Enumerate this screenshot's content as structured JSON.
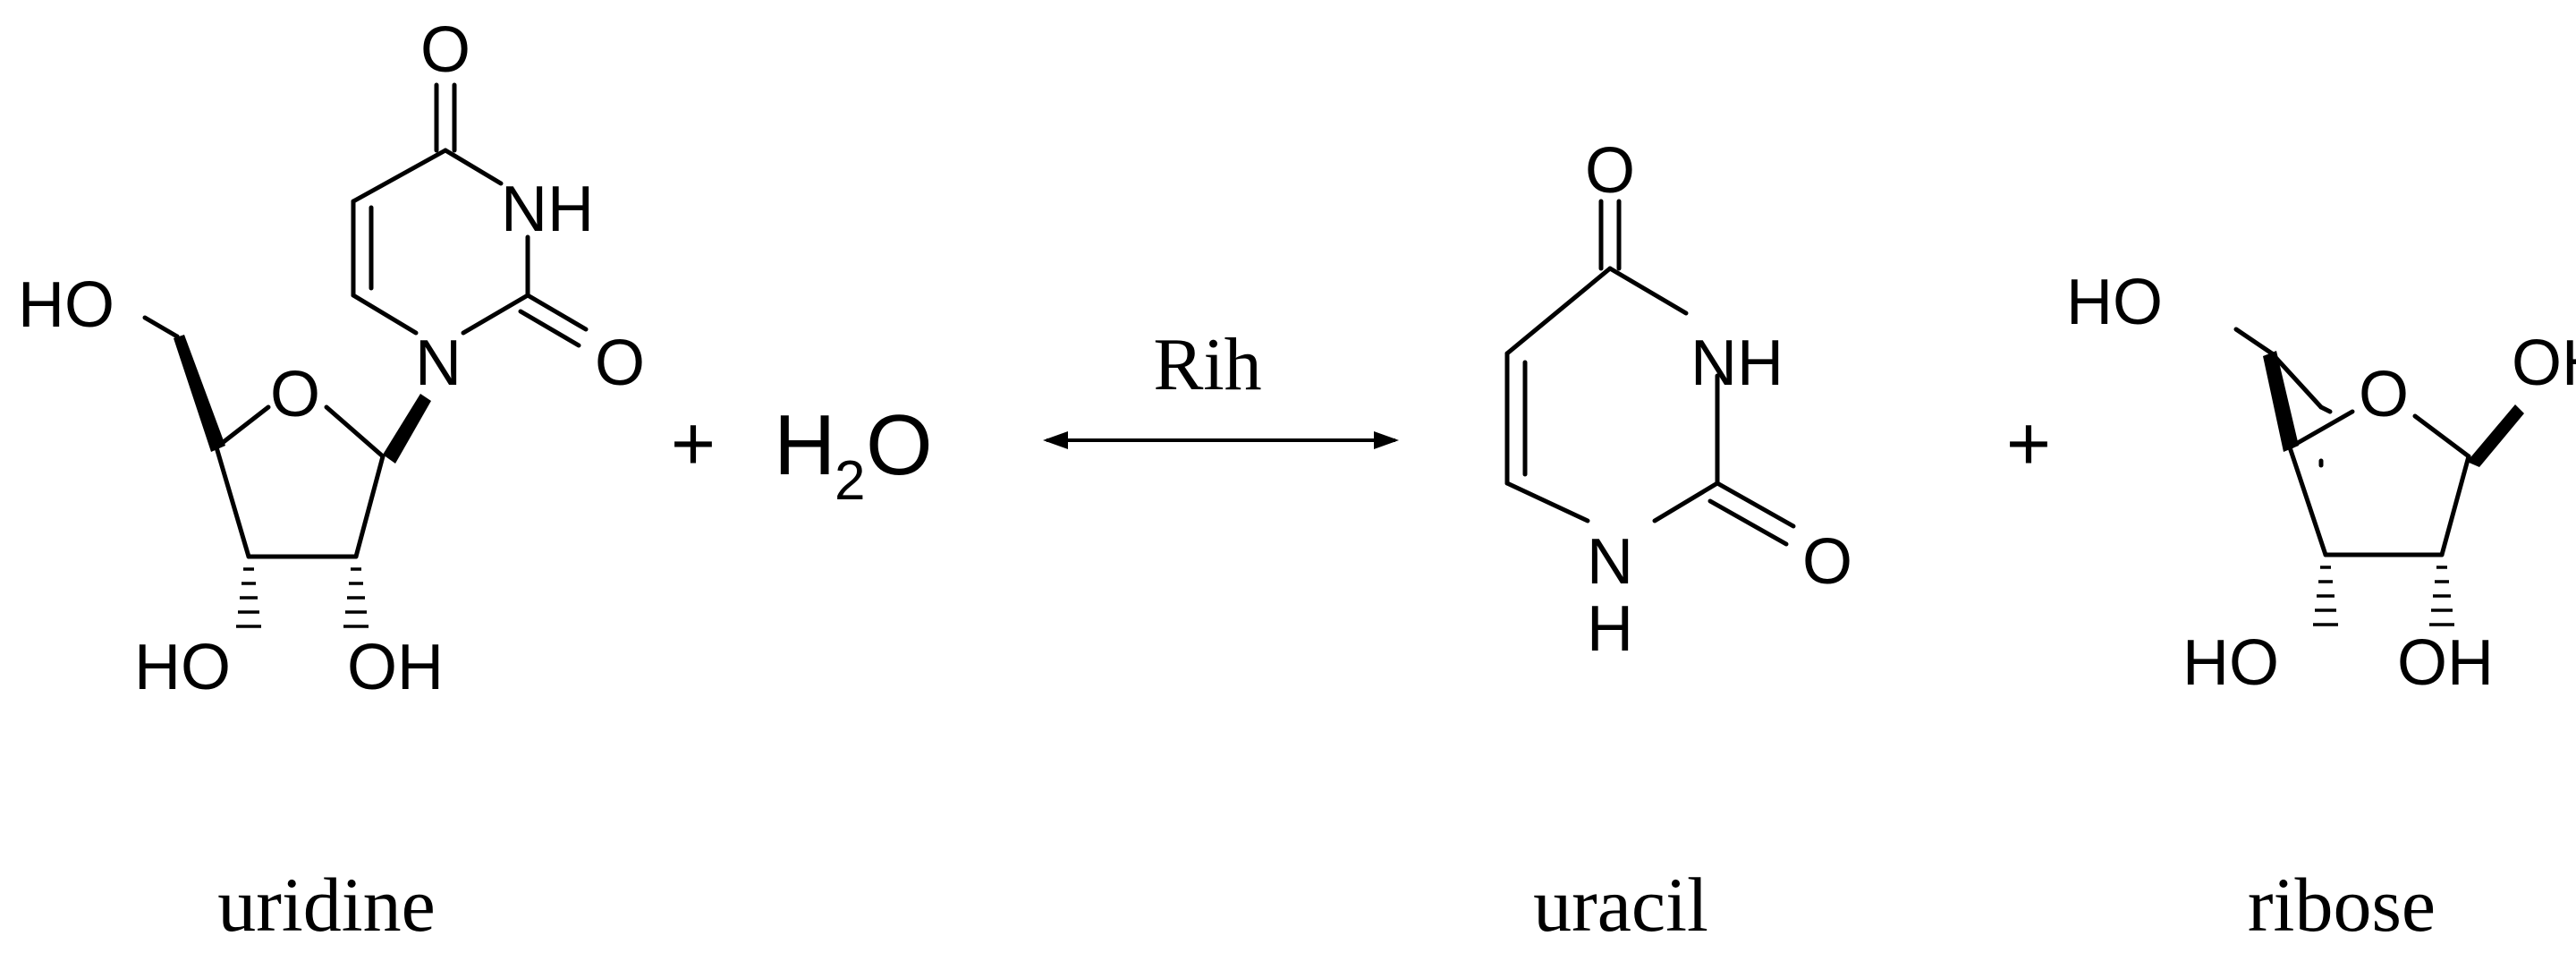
{
  "molecules": {
    "uridine": {
      "name": "uridine",
      "atoms": {
        "o_top": "O",
        "nh": "NH",
        "o_right": "O",
        "n": "N",
        "o_ring": "O",
        "ho_top": "HO",
        "ho_bottom": "HO",
        "oh_bottom": "OH"
      }
    },
    "uracil": {
      "name": "uracil",
      "atoms": {
        "o_top": "O",
        "nh": "NH",
        "o_right": "O",
        "n": "N",
        "h": "H"
      }
    },
    "ribose": {
      "name": "ribose",
      "atoms": {
        "ho_top": "HO",
        "o_ring": "O",
        "oh_right": "OH",
        "ho_bottom": "HO",
        "oh_bottom": "OH"
      }
    }
  },
  "reaction": {
    "plus_1": "+",
    "water": {
      "h": "H",
      "sub": "2",
      "o": "O"
    },
    "enzyme": "Rih",
    "plus_2": "+"
  }
}
